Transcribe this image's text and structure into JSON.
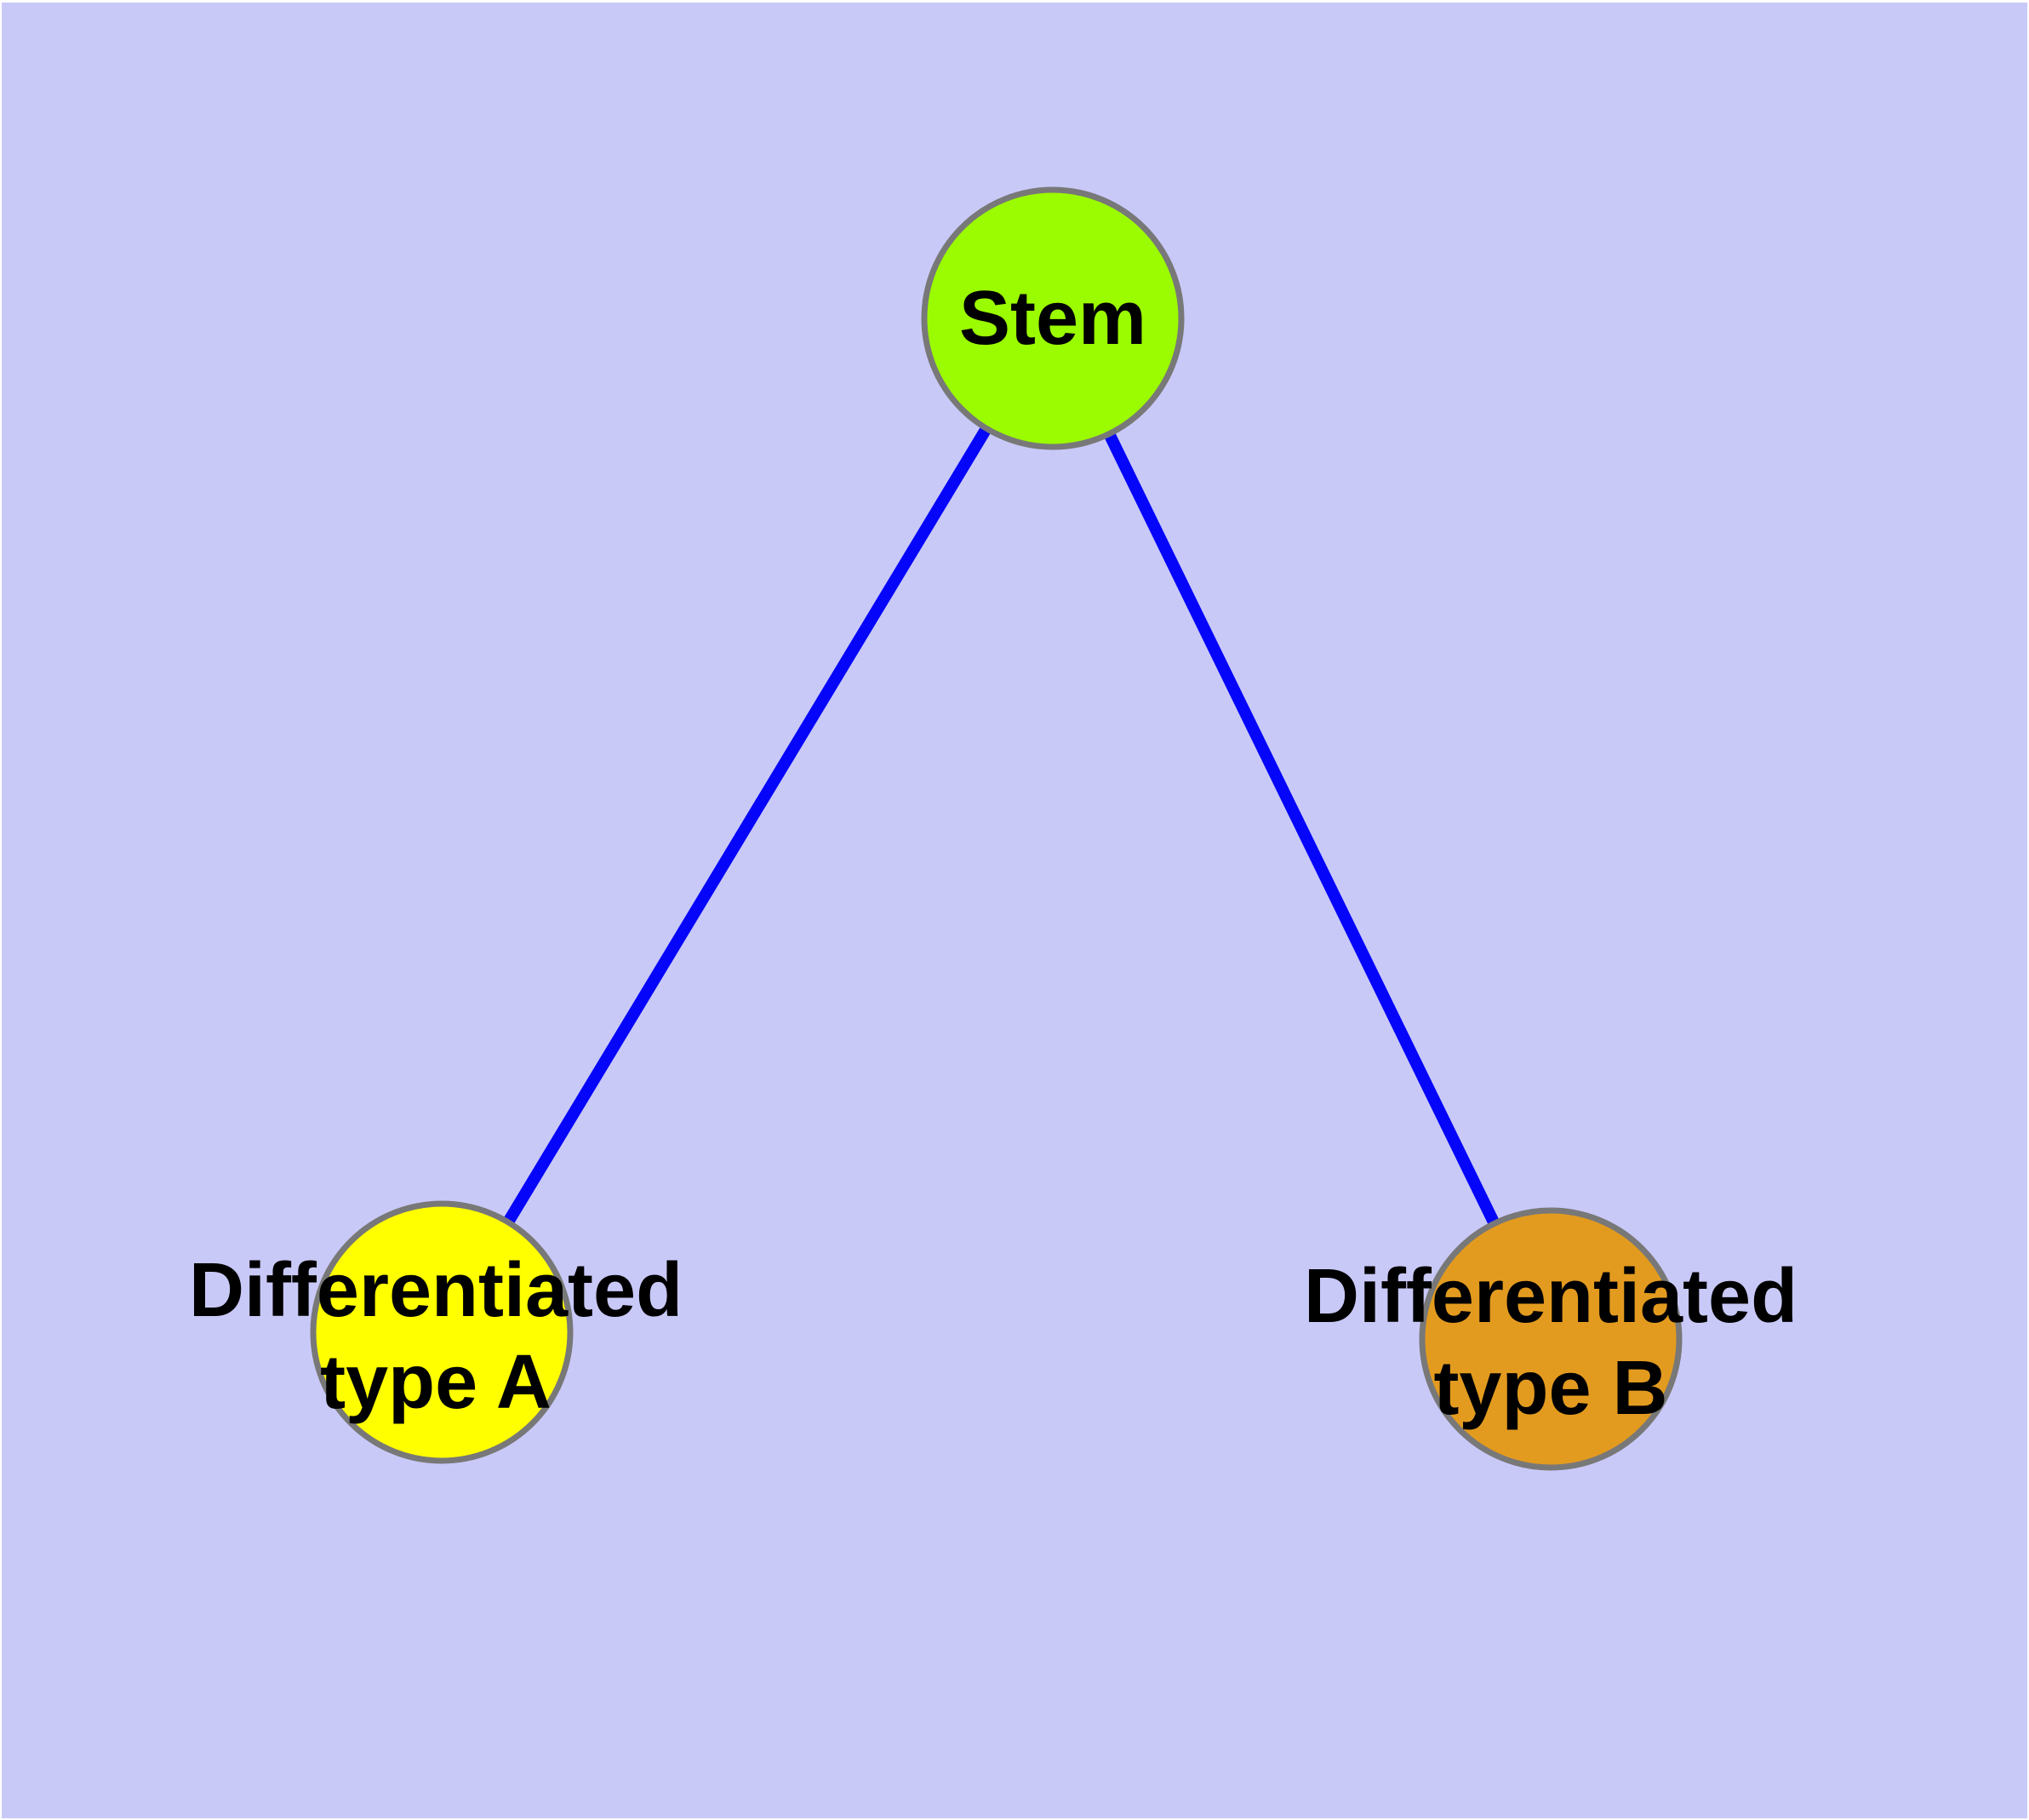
{
  "diagram": {
    "background_color": "#C9C9F8",
    "frame_color": "#FFFFFF",
    "edge_color": "#0505FA",
    "node_border_color": "#787878",
    "nodes": {
      "stem": {
        "label": "Stem",
        "fill_color": "#9BFB00"
      },
      "type_a": {
        "label": "Differentiated\ntype A",
        "fill_color": "#FFFF00"
      },
      "type_b": {
        "label": "Differentiated\ntype B",
        "fill_color": "#E39B1F"
      }
    },
    "edges": [
      {
        "from": "Stem",
        "to": "Differentiated type A"
      },
      {
        "from": "Stem",
        "to": "Differentiated type B"
      }
    ]
  }
}
